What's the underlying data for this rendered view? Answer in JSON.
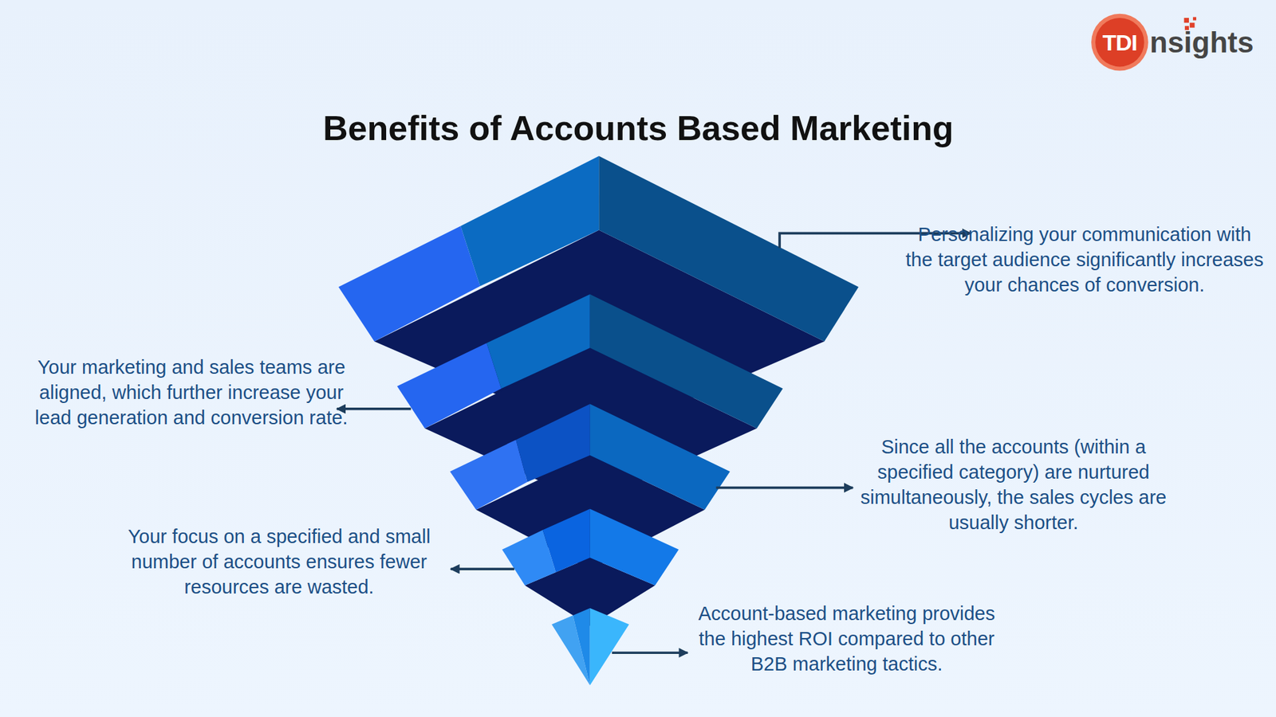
{
  "diagram": {
    "title": "Benefits of Accounts Based Marketing",
    "labels": [
      "TDI",
      "nsights",
      "Personalizing your communication with the target audience significantly increases your chances of conversion.",
      "Your marketing and sales teams are aligned, which further increase your lead generation and conversion rate.",
      "Since all the accounts (within a specified category) are nurtured simultaneously, the sales cycles are usually shorter.",
      "Your focus on a specified and small number of accounts ensures fewer resources are wasted.",
      "Account-based marketing provides the highest ROI compared to other B2B marketing tactics."
    ]
  }
}
